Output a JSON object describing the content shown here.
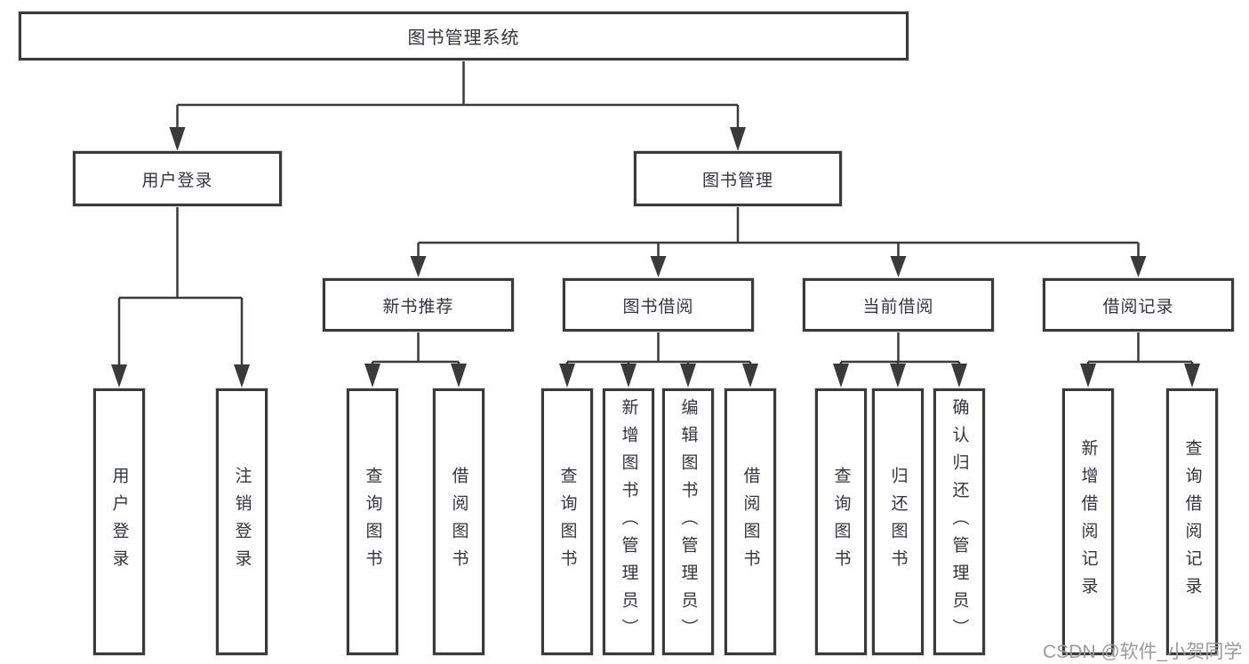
{
  "tree": {
    "root": {
      "label": "图书管理系统"
    },
    "branches": [
      {
        "label": "用户登录",
        "children": [
          "用户登录",
          "注销登录"
        ]
      },
      {
        "label": "图书管理",
        "sections": [
          {
            "label": "新书推荐",
            "children": [
              "查询图书",
              "借阅图书"
            ]
          },
          {
            "label": "图书借阅",
            "children": [
              "查询图书",
              "新增图书（管理员）",
              "编辑图书（管理员）",
              "借阅图书"
            ]
          },
          {
            "label": "当前借阅",
            "children": [
              "查询图书",
              "归还图书",
              "确认归还（管理员）"
            ]
          },
          {
            "label": "借阅记录",
            "children": [
              "新增借阅记录",
              "查询借阅记录"
            ]
          }
        ]
      }
    ]
  },
  "watermark": "CSDN @软件_小贺同学",
  "colors": {
    "line": "#3a3a3a",
    "box_border": "#3a3a3a",
    "text": "#34343c",
    "watermark": "#9b9b9b",
    "background": "#ffffff"
  }
}
